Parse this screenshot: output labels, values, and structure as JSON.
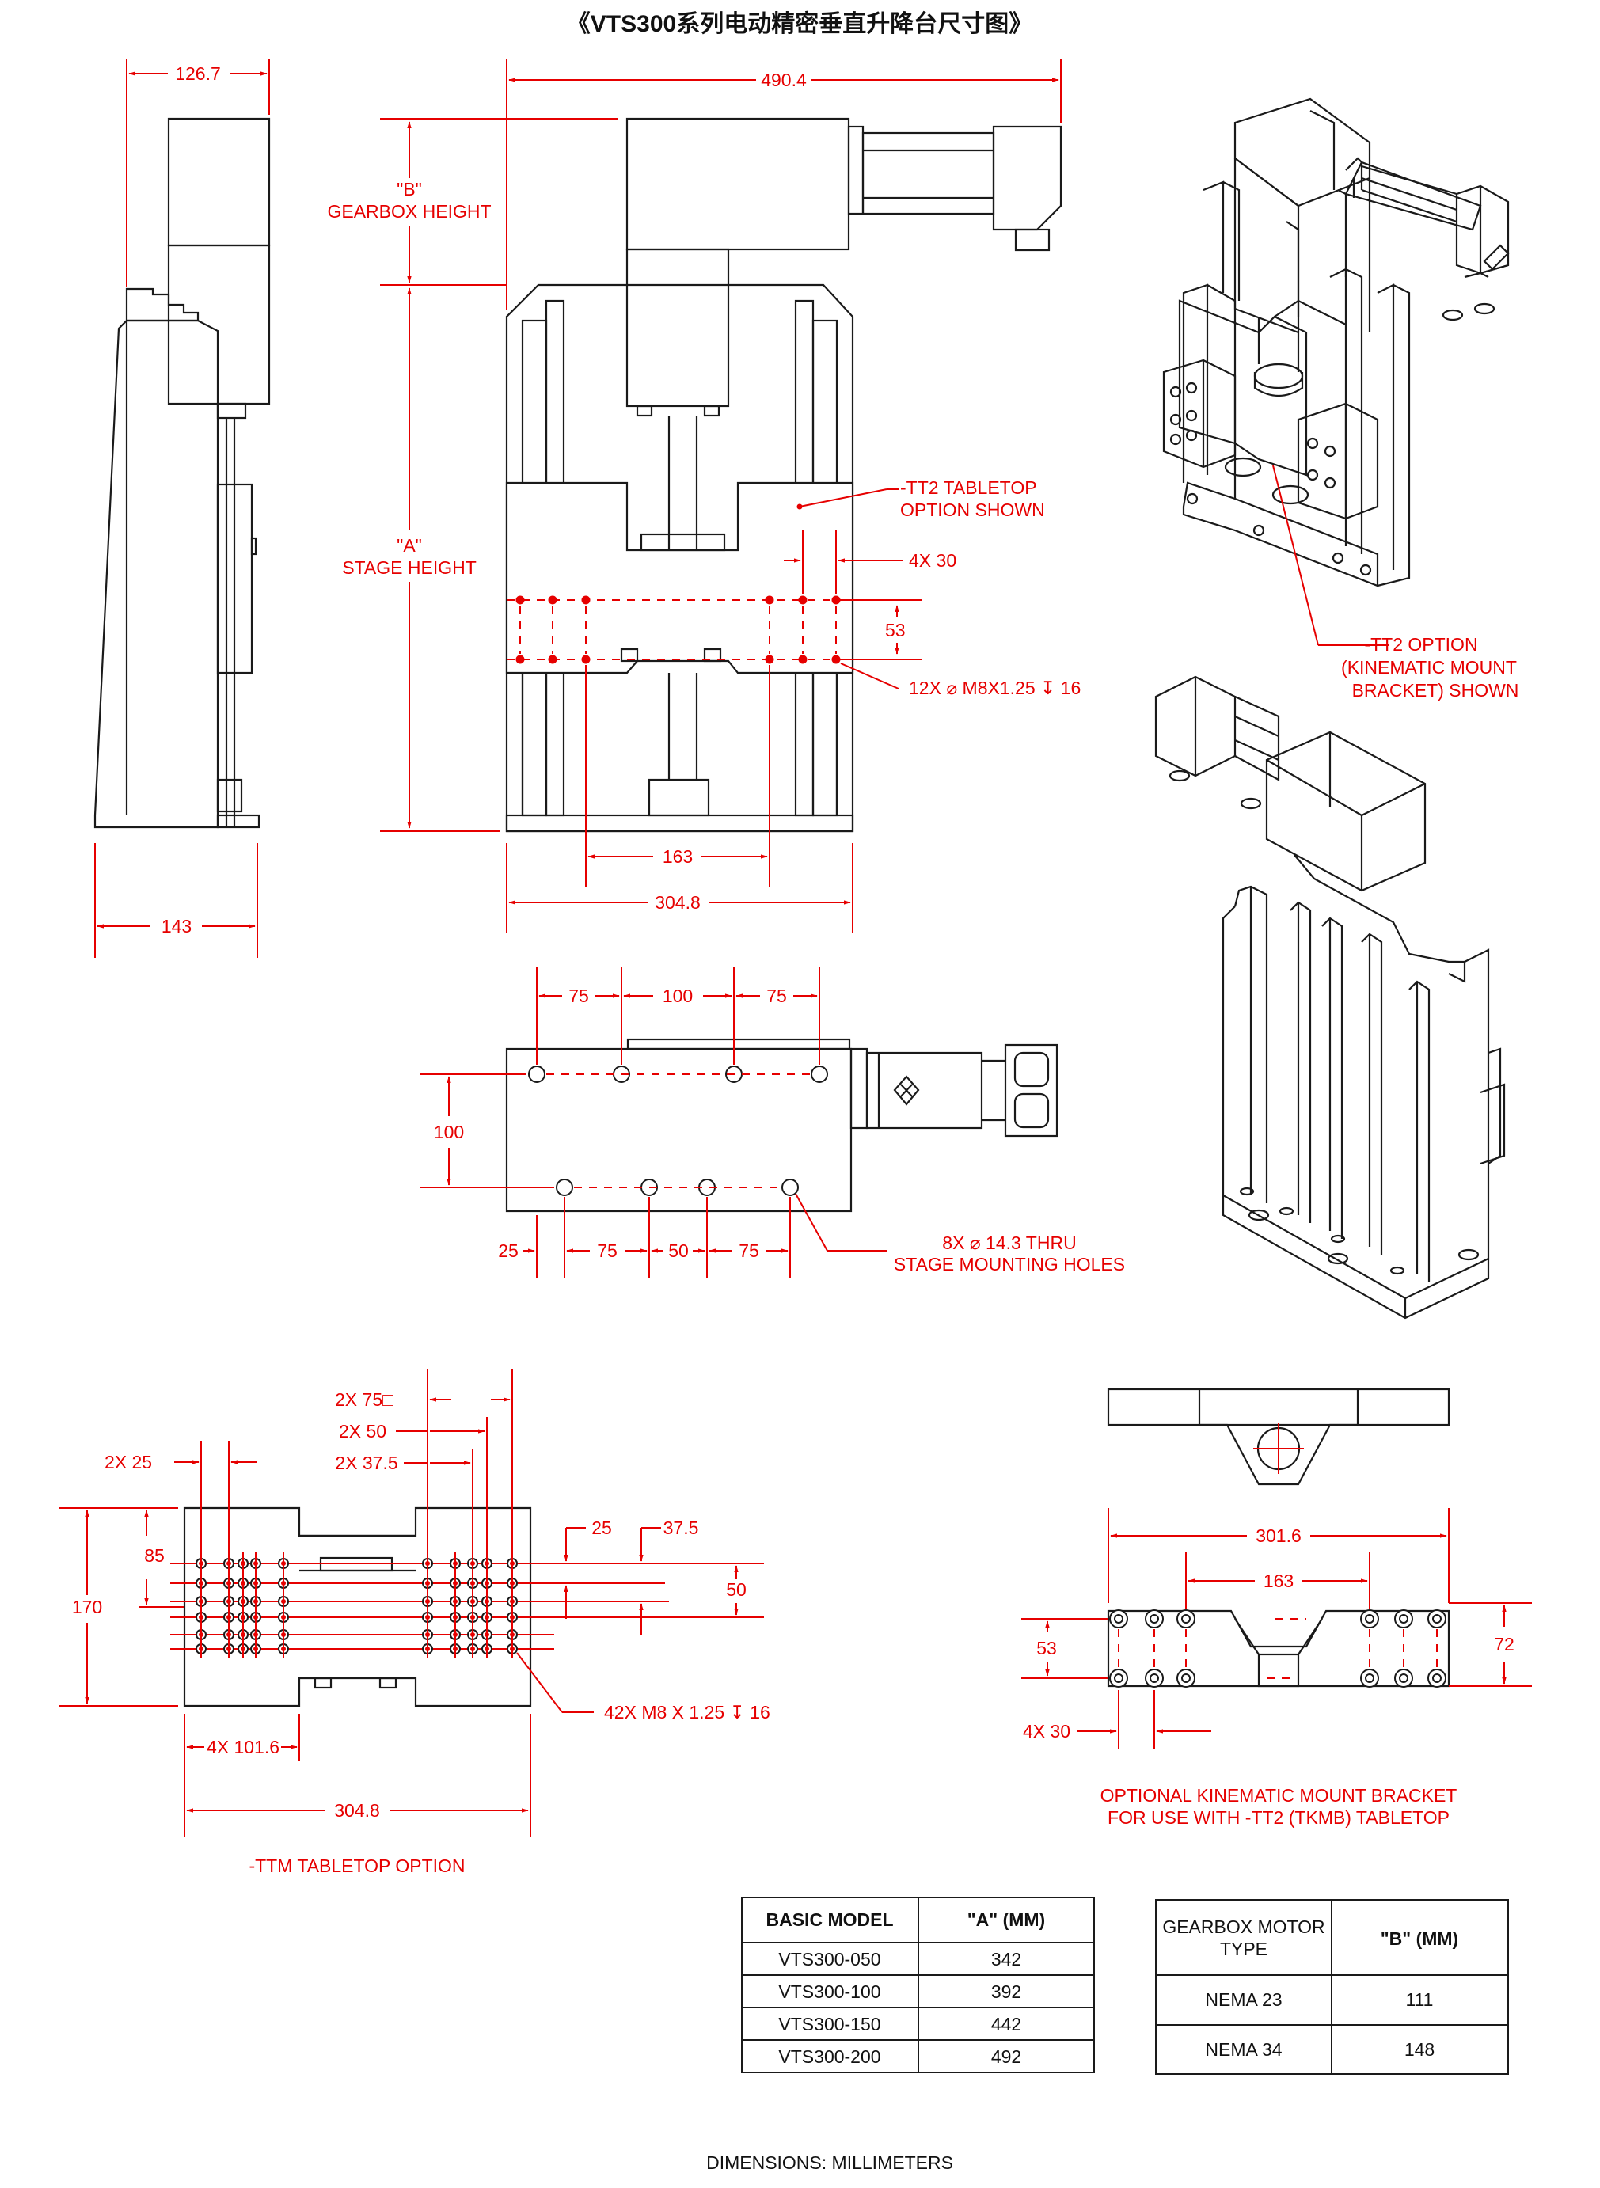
{
  "header": {
    "title": "《VTS300系列电动精密垂直升降台尺寸图》"
  },
  "front_view": {
    "gearbox_height_label": [
      "\"B\"",
      "GEARBOX HEIGHT"
    ],
    "stage_height_label": [
      "\"A\"",
      "STAGE HEIGHT"
    ],
    "tt2_note": [
      "-TT2 TABLETOP",
      "OPTION SHOWN"
    ],
    "dim_overall_width": "490.4",
    "dim_4x30": "4X 30",
    "dim_53": "53",
    "thread_note": "12X ⌀ M8X1.25 ↧ 16",
    "dim_163": "163",
    "dim_304_8": "304.8"
  },
  "side_view": {
    "dim_126_7": "126.7",
    "dim_143": "143"
  },
  "iso_top": {
    "tt2_kinematic_note": [
      "-TT2 OPTION",
      "(KINEMATIC MOUNT",
      "BRACKET) SHOWN"
    ]
  },
  "top_view": {
    "dims_top": [
      "75",
      "100",
      "75"
    ],
    "dim_side": "100",
    "dims_bottom": [
      "25",
      "75",
      "50",
      "75"
    ],
    "hole_note": [
      "8X ⌀ 14.3 THRU",
      "STAGE MOUNTING HOLES"
    ]
  },
  "ttm_view": {
    "dim_2x75": "2X 75□",
    "dim_2x50": "2X 50",
    "dim_2x25": "2X 25",
    "dim_2x37_5": "2X 37.5",
    "dim_85": "85",
    "dim_170": "170",
    "dim_25": "25",
    "dim_37_5": "37.5",
    "dim_50": "50",
    "thread_note": "42X M8 X 1.25 ↧ 16",
    "dim_4x101_6": "4X 101.6",
    "dim_304_8": "304.8",
    "caption": "-TTM TABLETOP OPTION"
  },
  "bracket_view": {
    "dim_301_6": "301.6",
    "dim_163": "163",
    "dim_53": "53",
    "dim_72": "72",
    "dim_4x30": "4X 30",
    "caption": [
      "OPTIONAL KINEMATIC MOUNT BRACKET",
      "FOR USE WITH -TT2 (TKMB) TABLETOP"
    ]
  },
  "table_a": {
    "headers": [
      "BASIC MODEL",
      "\"A\" (MM)"
    ],
    "rows": [
      [
        "VTS300-050",
        "342"
      ],
      [
        "VTS300-100",
        "392"
      ],
      [
        "VTS300-150",
        "442"
      ],
      [
        "VTS300-200",
        "492"
      ]
    ]
  },
  "table_b": {
    "headers": [
      "GEARBOX MOTOR",
      "TYPE",
      "\"B\" (MM)"
    ],
    "rows": [
      [
        "NEMA 23",
        "111"
      ],
      [
        "NEMA 34",
        "148"
      ]
    ]
  },
  "footer": "DIMENSIONS:  MILLIMETERS"
}
